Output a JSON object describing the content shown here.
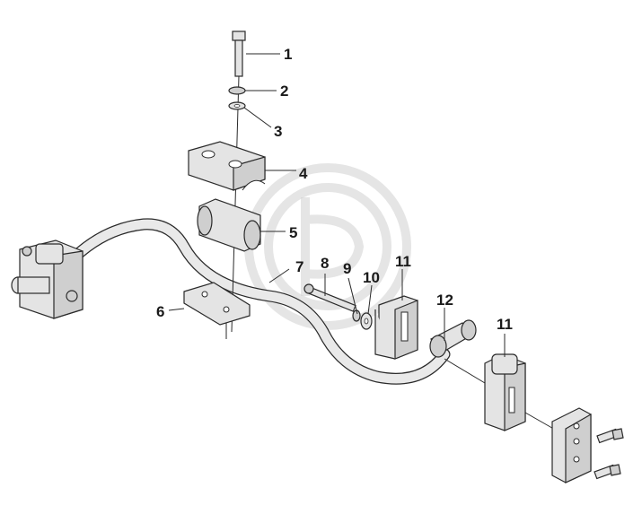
{
  "diagram": {
    "callouts": [
      {
        "id": "c1",
        "label": "1"
      },
      {
        "id": "c2",
        "label": "2"
      },
      {
        "id": "c3",
        "label": "3"
      },
      {
        "id": "c4",
        "label": "4"
      },
      {
        "id": "c5",
        "label": "5"
      },
      {
        "id": "c6",
        "label": "6"
      },
      {
        "id": "c7",
        "label": "7"
      },
      {
        "id": "c8",
        "label": "8"
      },
      {
        "id": "c9",
        "label": "9"
      },
      {
        "id": "c10",
        "label": "10"
      },
      {
        "id": "c11a",
        "label": "11"
      },
      {
        "id": "c12",
        "label": "12"
      },
      {
        "id": "c11b",
        "label": "11"
      }
    ]
  }
}
